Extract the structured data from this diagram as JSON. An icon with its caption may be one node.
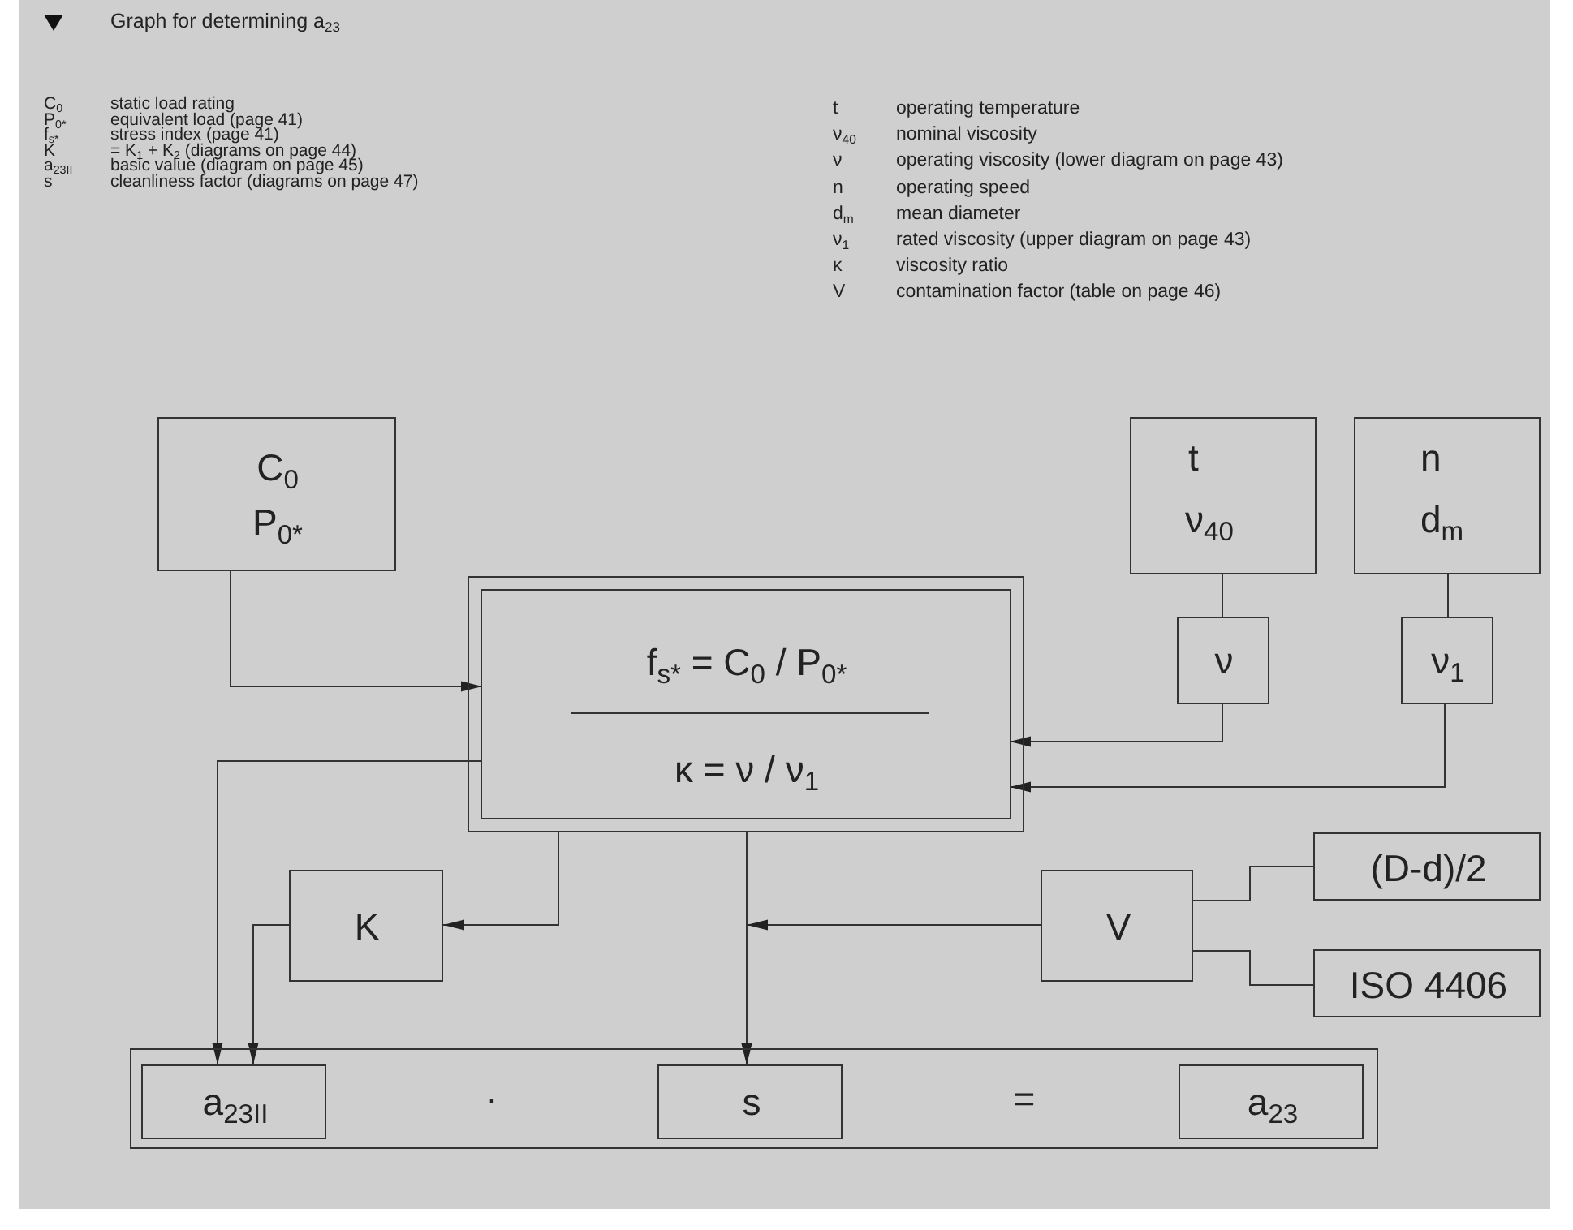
{
  "diagram": {
    "title": "Graph for determining a$_{23}$",
    "nodes": [
      {
        "text": [
          "C$_{0}$",
          "P$_{0*}$"
        ]
      },
      {
        "text": [
          "t",
          "ν$_{40}$"
        ]
      },
      {
        "text": [
          "n",
          "d$_{m}$"
        ]
      },
      {
        "text": [
          "ν"
        ]
      },
      {
        "text": [
          "ν$_{1}$"
        ]
      },
      {
        "text": [
          "f$_{s*}$ = C$_{0}$ / P$_{0*}$",
          "κ = ν / ν$_{1}$"
        ]
      },
      {
        "text": [
          "(D-d)/2"
        ]
      },
      {
        "text": [
          "K"
        ]
      },
      {
        "text": [
          "V"
        ]
      },
      {
        "text": [
          "ISO 4406"
        ]
      },
      {
        "text": [
          "·",
          "="
        ]
      },
      {
        "text": [
          "a$_{23II}$"
        ],
        "in": 10
      },
      {
        "text": [
          "s"
        ],
        "in": 10
      },
      {
        "text": [
          "a$_{23}$"
        ],
        "in": 10
      }
    ],
    "edges": [
      {
        "from": 0,
        "to": 5,
        "arrow": "to"
      },
      {
        "from": 1,
        "to": 3,
        "arrow": "none"
      },
      {
        "from": 2,
        "to": 4,
        "arrow": "none"
      },
      {
        "from": 3,
        "to": 5,
        "arrow": "to"
      },
      {
        "from": 4,
        "to": 5,
        "arrow": "to"
      },
      {
        "from": 5,
        "to": 7,
        "arrow": "to"
      },
      {
        "from": 5,
        "to": 11,
        "arrow": "to"
      },
      {
        "from": 5,
        "to": 12,
        "arrow": "to"
      },
      {
        "from": 7,
        "to": 11,
        "arrow": "to"
      },
      {
        "from": 8,
        "to": 12,
        "arrow": "to"
      },
      {
        "from": 6,
        "to": 8,
        "arrow": "none"
      },
      {
        "from": 9,
        "to": 8,
        "arrow": "none"
      }
    ],
    "labels": [
      "C$_{0}$",
      "static load rating",
      "P$_{0*}$",
      "equivalent load (page 41)",
      "f$_{s*}$",
      "stress index (page 41)",
      "K",
      "= K$_{1}$ + K$_{2}$ (diagrams on page 44)",
      "a$_{23II}$",
      "basic value (diagram on page 45)",
      "s",
      "cleanliness factor (diagrams on page 47)",
      "t",
      "operating temperature",
      "ν$_{40}$",
      "nominal viscosity",
      "ν",
      "operating viscosity (lower diagram on page 43)",
      "n",
      "operating speed",
      "d$_{m}$",
      "mean diameter",
      "ν$_{1}$",
      "rated viscosity (upper diagram on page 43)",
      "κ",
      "viscosity ratio",
      "V",
      "contamination factor (table on page 46)"
    ]
  }
}
